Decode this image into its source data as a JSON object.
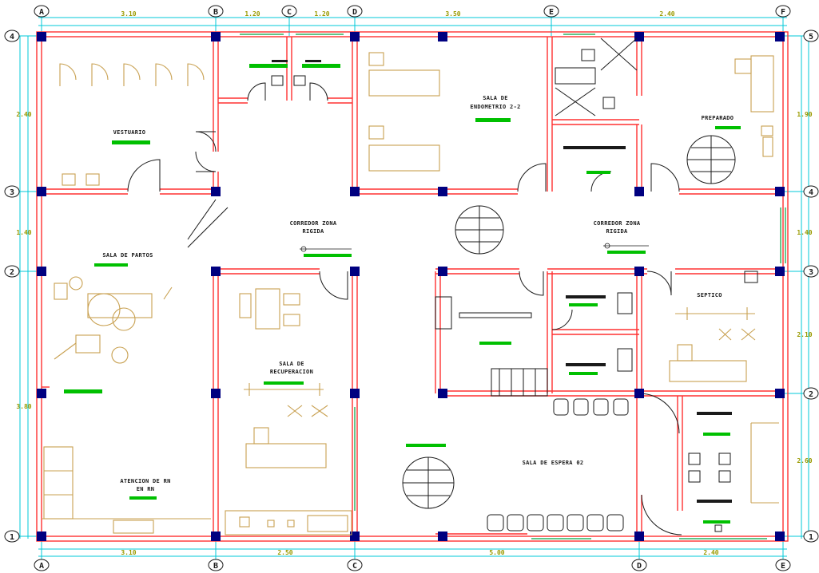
{
  "colors": {
    "wall": "#ff3030",
    "column": "#000080",
    "dimension": "#00c8d8",
    "furniture": "#c8a050",
    "label_bar": "#00c000",
    "window": "#00a040",
    "dark": "#1a1a1a"
  },
  "grid": {
    "top": [
      "A",
      "B",
      "C",
      "D",
      "E",
      "F"
    ],
    "bottom": [
      "A",
      "B",
      "C",
      "D",
      "E"
    ],
    "left": [
      "4",
      "3",
      "2",
      "1"
    ],
    "right": [
      "5",
      "4",
      "3",
      "2",
      "1"
    ]
  },
  "dimensions": {
    "top": [
      "3.10",
      "1.20",
      "1.20",
      "3.50",
      "2.40"
    ],
    "bottom": [
      "3.10",
      "2.50",
      "5.00",
      "2.40"
    ],
    "left": [
      "2.40",
      "1.40",
      "3.80"
    ],
    "right": [
      "1.90",
      "1.40",
      "2.10",
      "2.60"
    ]
  },
  "rooms": {
    "vestuario": "VESTUARIO",
    "sala_partos": "SALA DE PARTOS",
    "atencion_rn": [
      "ATENCION DE RN",
      "EN RN"
    ],
    "sala_legrado": [
      "SALA DE",
      "ENDOMETRIO 2-2"
    ],
    "preparado": "PREPARADO",
    "corredor_left": [
      "CORREDOR ZONA",
      "RIGIDA"
    ],
    "corredor_right": [
      "CORREDOR ZONA",
      "RIGIDA"
    ],
    "sala_recuperacion": [
      "SALA DE",
      "RECUPERACION"
    ],
    "deposito": "SEPTICO",
    "sala_espera": "SALA DE ESPERA 02"
  }
}
